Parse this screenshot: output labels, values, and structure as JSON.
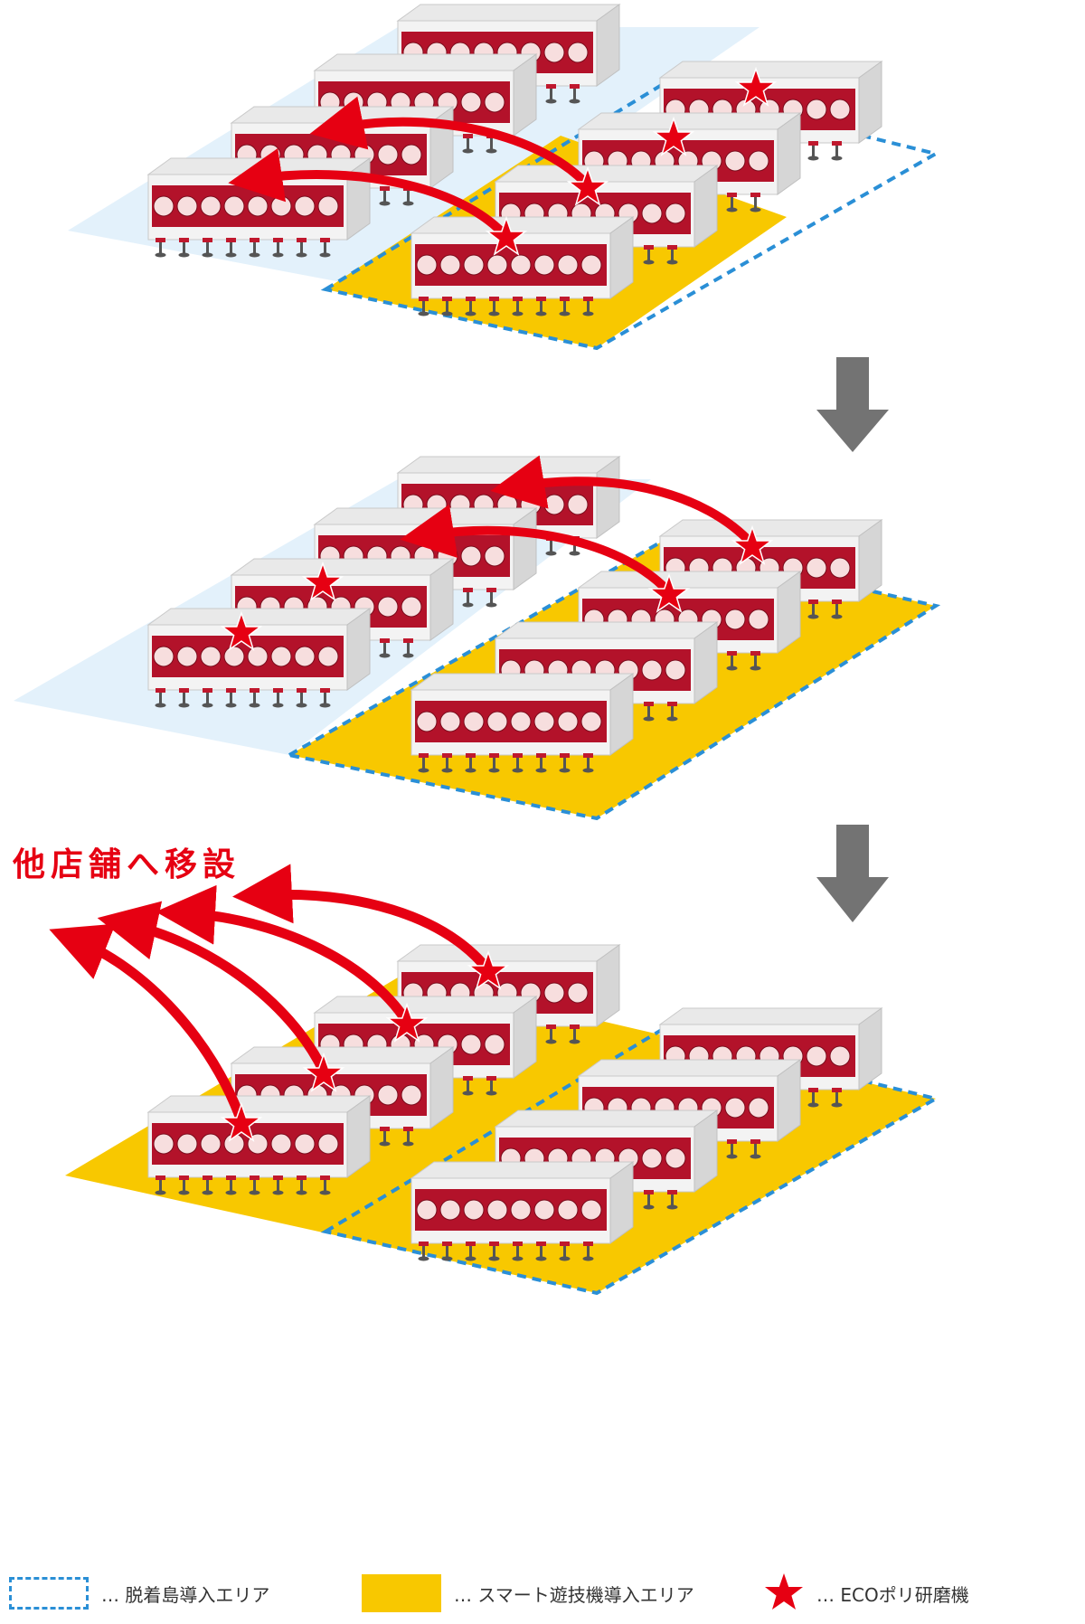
{
  "heading": "他店舗へ移設",
  "legend": {
    "items": [
      {
        "label": "… 脱着島導入エリア",
        "kind": "dashed-area",
        "color": "#2a8fd6"
      },
      {
        "label": "… スマート遊技機導入エリア",
        "kind": "filled-area",
        "color": "#f8c800"
      },
      {
        "label": "… ECOポリ研磨機",
        "kind": "star-marker",
        "color": "#e60012"
      }
    ]
  },
  "colors": {
    "dashed_area": "#2a8fd6",
    "smart_area": "#f8c800",
    "light_area": "#e3f1fb",
    "star": "#e60012",
    "arrow": "#e60012",
    "step_arrow": "#737373"
  },
  "icons": [
    "step-down-arrow-icon",
    "star-marker-icon",
    "curved-move-arrow-icon",
    "pachinko-island-icon"
  ]
}
